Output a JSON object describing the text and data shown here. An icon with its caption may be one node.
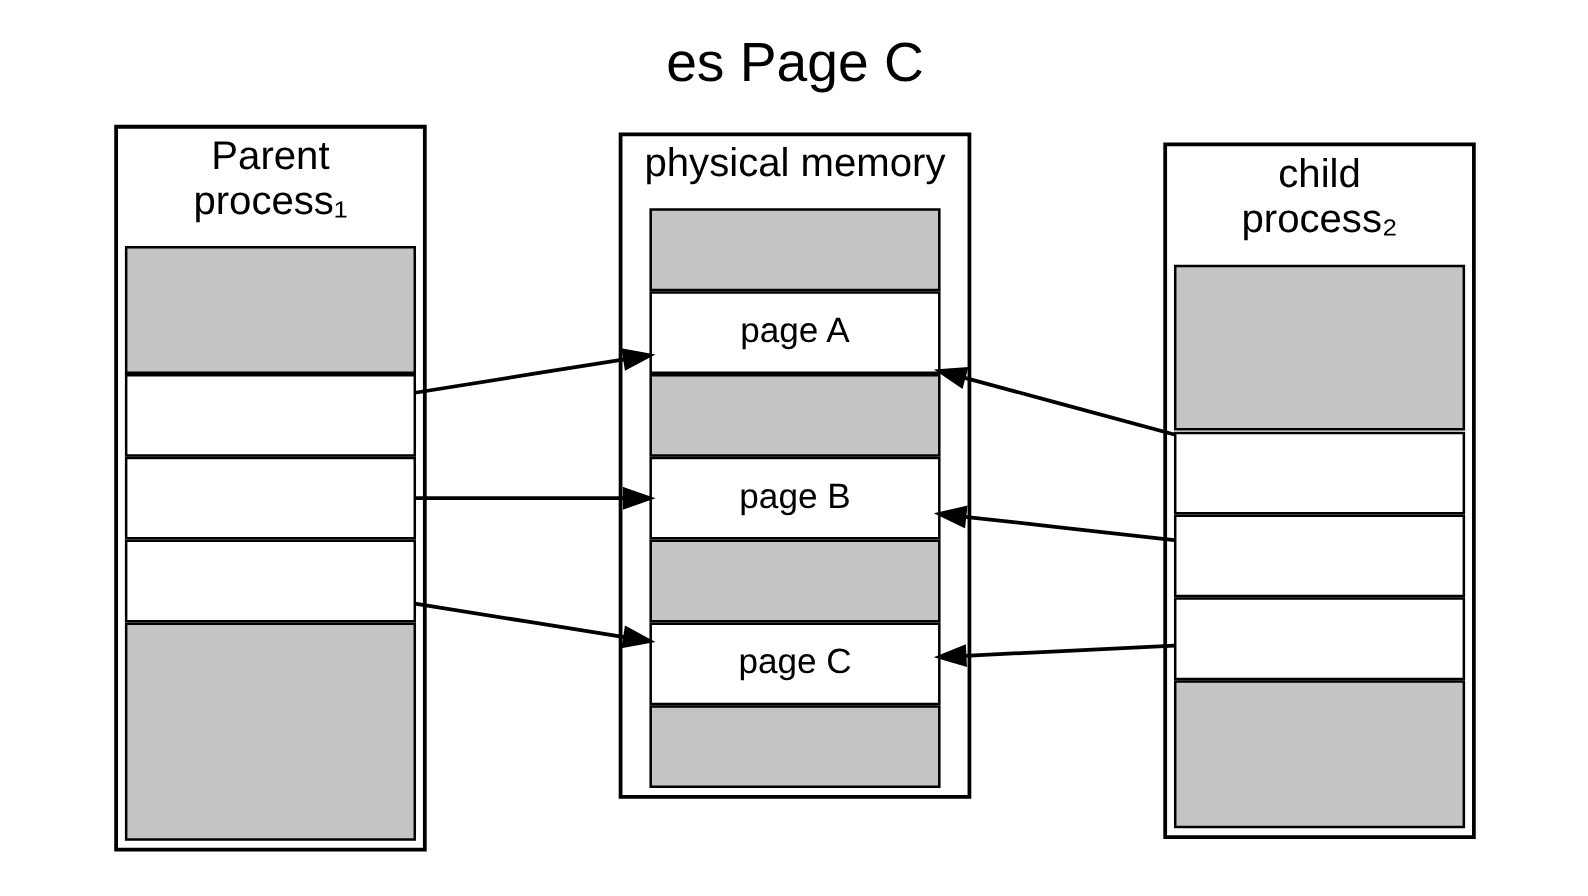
{
  "diagram": {
    "title": "es Page C",
    "nodes": [
      {
        "text": [
          "Parent",
          "process₁"
        ]
      },
      {
        "text": [],
        "shape": "box",
        "in": 0
      },
      {
        "text": [],
        "shape": "box",
        "in": 0
      },
      {
        "text": [],
        "shape": "box",
        "in": 0
      },
      {
        "text": [],
        "shape": "box",
        "in": 0
      },
      {
        "text": [],
        "shape": "box",
        "in": 0
      },
      {
        "text": [
          "physical memory"
        ]
      },
      {
        "text": [],
        "shape": "box",
        "in": 6
      },
      {
        "text": [
          "page A"
        ],
        "in": 6
      },
      {
        "text": [],
        "shape": "box",
        "in": 6
      },
      {
        "text": [
          "page B"
        ],
        "in": 6
      },
      {
        "text": [],
        "shape": "box",
        "in": 6
      },
      {
        "text": [
          "page C"
        ],
        "in": 6
      },
      {
        "text": [],
        "shape": "box",
        "in": 6
      },
      {
        "text": [
          "child",
          "process₂"
        ]
      },
      {
        "text": [],
        "shape": "box",
        "in": 14
      },
      {
        "text": [],
        "shape": "box",
        "in": 14
      },
      {
        "text": [],
        "shape": "box",
        "in": 14
      },
      {
        "text": [],
        "shape": "box",
        "in": 14
      },
      {
        "text": [],
        "shape": "box",
        "in": 14
      }
    ],
    "edges": [
      {
        "from": 2,
        "to": 8,
        "arrow": "to"
      },
      {
        "from": 3,
        "to": 10,
        "arrow": "to"
      },
      {
        "from": 4,
        "to": 12,
        "arrow": "to"
      },
      {
        "from": 16,
        "to": 8,
        "arrow": "to"
      },
      {
        "from": 17,
        "to": 10,
        "arrow": "to"
      },
      {
        "from": 18,
        "to": 12,
        "arrow": "to"
      }
    ]
  }
}
